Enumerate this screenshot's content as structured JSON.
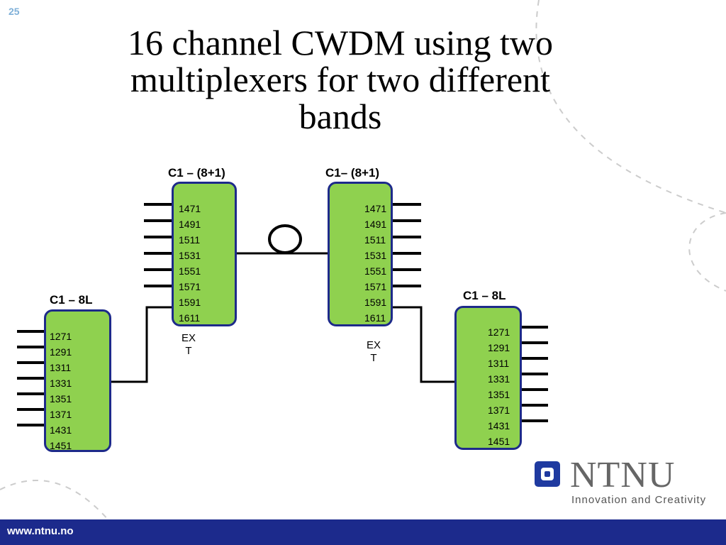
{
  "slide_number": "25",
  "title": {
    "line1": "16 channel CWDM using two",
    "line2": "multiplexers for two different",
    "line3": "bands"
  },
  "boxes": {
    "top_left": {
      "label": "C1 – (8+1)",
      "wavelengths": [
        "1471",
        "1491",
        "1511",
        "1531",
        "1551",
        "1571",
        "1591",
        "1611"
      ],
      "ext": [
        "EX",
        "T"
      ]
    },
    "top_right": {
      "label": "C1– (8+1)",
      "wavelengths": [
        "1471",
        "1491",
        "1511",
        "1531",
        "1551",
        "1571",
        "1591",
        "1611"
      ],
      "ext": [
        "EX",
        "T"
      ]
    },
    "bottom_left": {
      "label": "C1 – 8L",
      "wavelengths": [
        "1271",
        "1291",
        "1311",
        "1331",
        "1351",
        "1371",
        "1431",
        "1451"
      ]
    },
    "bottom_right": {
      "label": "C1 – 8L",
      "wavelengths": [
        "1271",
        "1291",
        "1311",
        "1331",
        "1351",
        "1371",
        "1431",
        "1451"
      ]
    }
  },
  "colors": {
    "box_fill": "#8fd14f",
    "box_border": "#1d2a8a",
    "footer_bg": "#1c2a8c"
  },
  "logo": {
    "name": "NTNU",
    "tagline": "Innovation and Creativity"
  },
  "footer": {
    "url": "www.ntnu.no"
  }
}
